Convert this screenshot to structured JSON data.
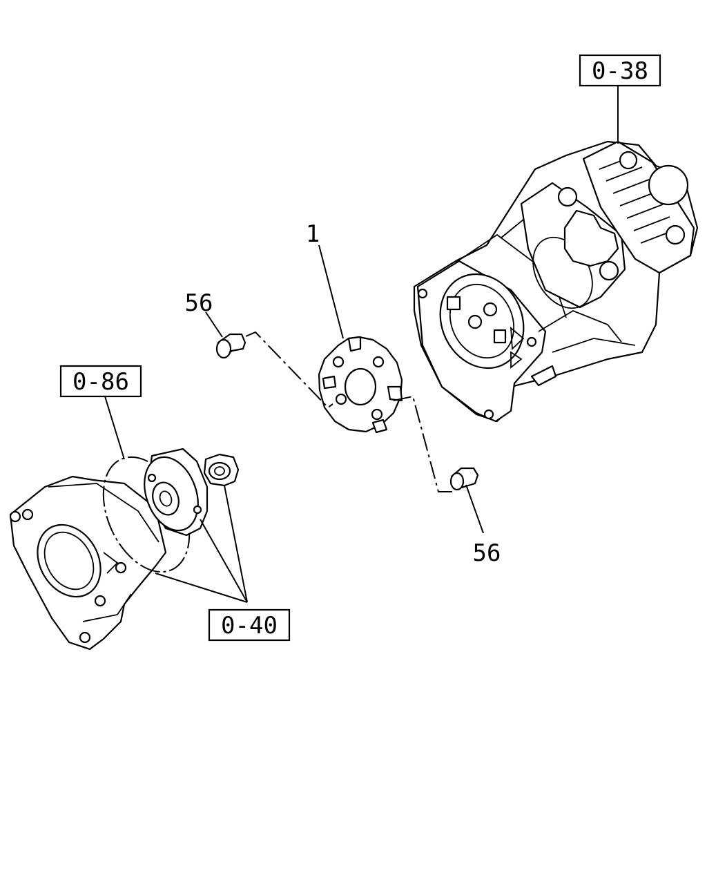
{
  "callouts": {
    "part_1": "1",
    "part_56_upper": "56",
    "part_56_lower": "56"
  },
  "references": {
    "ref_0_38": "0-38",
    "ref_0_86": "0-86",
    "ref_0_40": "0-40"
  }
}
